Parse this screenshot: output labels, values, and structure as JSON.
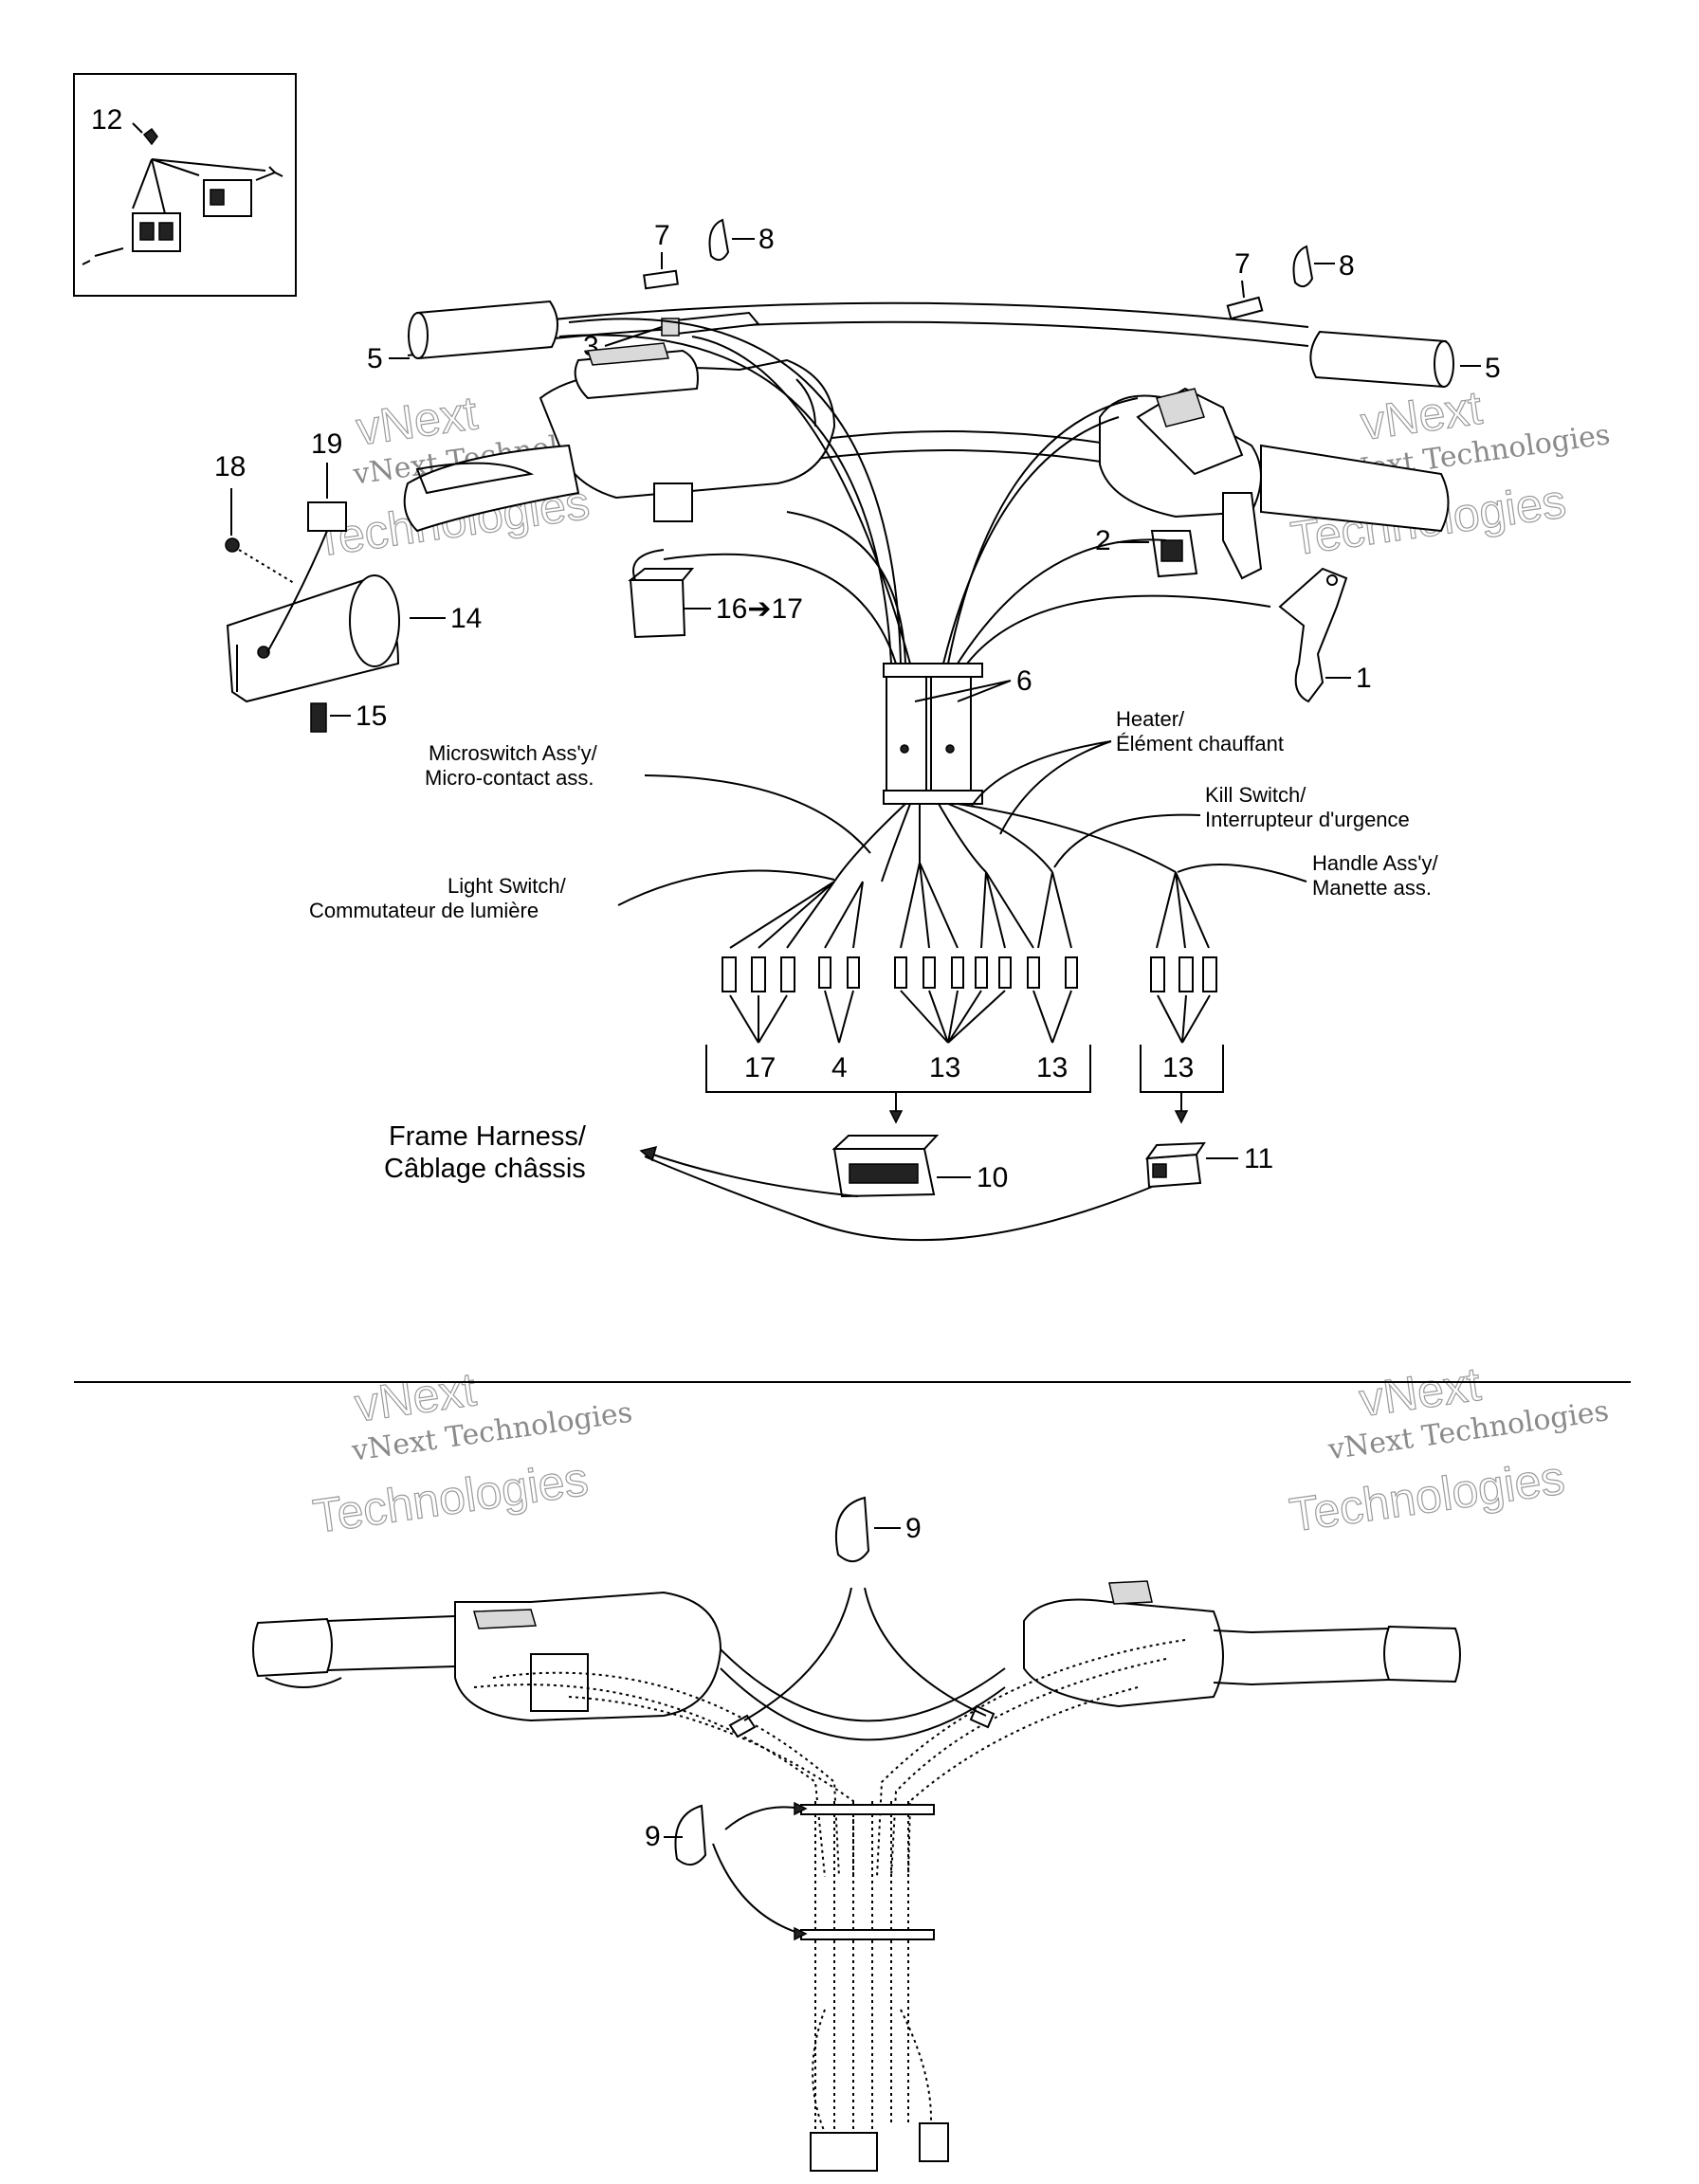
{
  "callouts": {
    "c1": "1",
    "c2": "2",
    "c3": "3",
    "c4": "4",
    "c5a": "5",
    "c5b": "5",
    "c6": "6",
    "c7a": "7",
    "c7b": "7",
    "c8a": "8",
    "c8b": "8",
    "c9a": "9",
    "c9b": "9",
    "c10": "10",
    "c11": "11",
    "c12": "12",
    "c13a": "13",
    "c13b": "13",
    "c13c": "13",
    "c14": "14",
    "c15": "15",
    "c16": "16➔17",
    "c17": "17",
    "c18": "18",
    "c19": "19"
  },
  "labels": {
    "heater_en": "Heater/",
    "heater_fr": "Élément chauffant",
    "micro_en": "Microswitch Ass'y/",
    "micro_fr": "Micro-contact ass.",
    "kill_en": "Kill Switch/",
    "kill_fr": "Interrupteur d'urgence",
    "light_en": "Light Switch/",
    "light_fr": "Commutateur de lumière",
    "handle_en": "Handle Ass'y/",
    "handle_fr": "Manette ass.",
    "frame_en": "Frame Harness/",
    "frame_fr": "Câblage châssis"
  },
  "watermark": {
    "line1": "vNext Technologies",
    "line2": "Technologies",
    "line3": "vNext"
  }
}
